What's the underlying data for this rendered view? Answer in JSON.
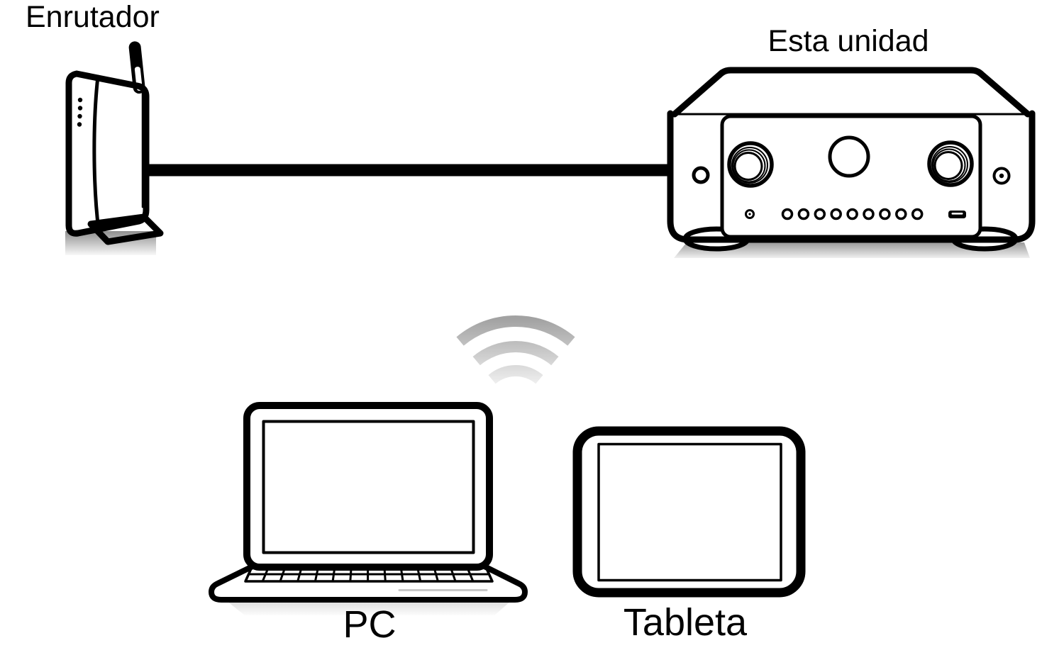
{
  "diagram": {
    "type": "network-connection-diagram",
    "labels": {
      "router": "Enrutador",
      "unit": "Esta unidad",
      "pc": "PC",
      "tablet": "Tableta"
    },
    "nodes": [
      {
        "id": "router",
        "label": "Enrutador",
        "icon": "wireless-router-icon"
      },
      {
        "id": "unit",
        "label": "Esta unidad",
        "icon": "av-receiver-icon"
      },
      {
        "id": "pc",
        "label": "PC",
        "icon": "laptop-icon"
      },
      {
        "id": "tablet",
        "label": "Tableta",
        "icon": "tablet-icon"
      }
    ],
    "connections": [
      {
        "from": "router",
        "to": "unit",
        "type": "wired",
        "style": "thick-black-cable"
      },
      {
        "type": "wireless",
        "icon": "wifi-signal-icon",
        "near": [
          "pc",
          "tablet"
        ]
      }
    ],
    "colors": {
      "line": "#000000",
      "background": "#ffffff",
      "wifi_signal_top": "#a2a2a2",
      "wifi_signal_bottom": "#f2f2f2",
      "shadow_dark": "#999999",
      "shadow_light": "#f0f0f0"
    }
  }
}
